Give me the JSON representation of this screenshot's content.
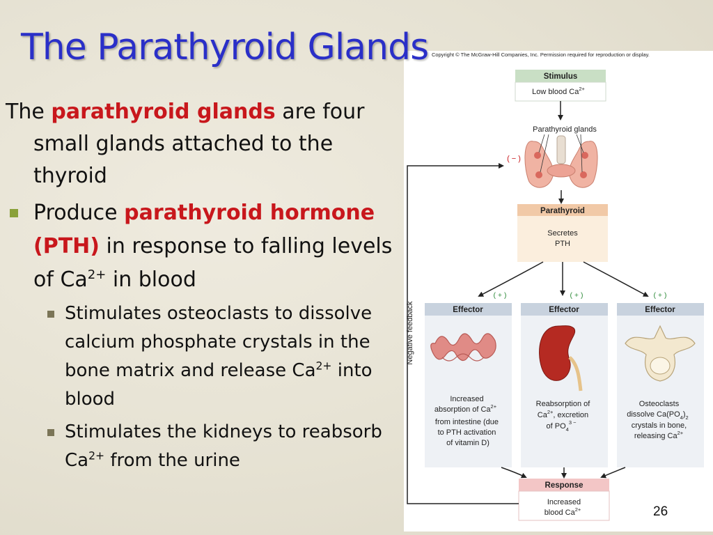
{
  "slide": {
    "title": "The Parathyroid Glands",
    "page_number": "26"
  },
  "text": {
    "p1_pre": "The ",
    "p1_red": "parathyroid glands",
    "p1_post": " are four small glands attached to the thyroid",
    "b1_pre": "Produce ",
    "b1_red": "parathyroid hormone (PTH)",
    "b1_mid": " in response to falling levels of Ca",
    "b1_sup": "2+",
    "b1_post": " in blood",
    "b2a_pre": "Stimulates osteoclasts to dissolve calcium phosphate crystals in the bone matrix and release Ca",
    "b2a_sup": "2+",
    "b2a_post": " into blood",
    "b2b_pre": "Stimulates the kidneys to reabsorb Ca",
    "b2b_sup": "2+",
    "b2b_post": " from the urine"
  },
  "figure": {
    "copyright": "Copyright © The McGraw-Hill Companies, Inc. Permission required for reproduction or display.",
    "stimulus_header": "Stimulus",
    "stimulus_text": "Low blood Ca",
    "stimulus_sup": "2+",
    "glands_label": "Parathyroid glands",
    "neg_sign": "( − )",
    "parathyroid_header": "Parathyroid",
    "secretes_line1": "Secretes",
    "secretes_line2": "PTH",
    "pos_sign": "( + )",
    "feedback_label": "Negative feedback",
    "effector_header": "Effector",
    "eff1_l1": "Increased",
    "eff1_l2": "absorption of Ca",
    "eff1_l3": "from intestine (due",
    "eff1_l4": "to PTH activation",
    "eff1_l5": "of vitamin D)",
    "eff2_l1": "Reabsorption of",
    "eff2_l2a": "Ca",
    "eff2_l2b": ", excretion",
    "eff2_l3": "of PO",
    "eff2_sub": "4",
    "eff2_sup": "3 −",
    "eff3_l1": "Osteoclasts",
    "eff3_l2": "dissolve Ca(PO",
    "eff3_l2sub": "4",
    "eff3_l2end": ")",
    "eff3_l2sub2": "2",
    "eff3_l3": "crystals in bone,",
    "eff3_l4": "releasing Ca",
    "sup2": "2+",
    "response_header": "Response",
    "response_l1": "Increased",
    "response_l2": "blood Ca"
  },
  "colors": {
    "title": "#2a2fc8",
    "highlight": "#c8171c",
    "bullet_level1": "#8aa13a",
    "bullet_level2": "#7b7557",
    "stimulus_header": "#c9dfc5",
    "parathyroid_header": "#f1c9a7",
    "parathyroid_body": "#fbeedd",
    "effector_header": "#c8d2de",
    "response_header": "#f3c6c6"
  }
}
